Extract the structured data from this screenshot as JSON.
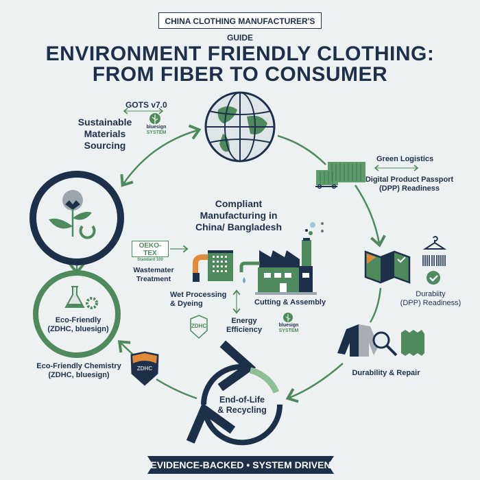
{
  "header": {
    "tag": "CHINA CLOTHING MANUFACTURER'S GUIDE",
    "title_line1": "ENVIRONMENT FRIENDLY CLOTHING:",
    "title_line2": "FROM FIBER TO CONSUMER"
  },
  "sourcing": {
    "standard": "GOTS v7.0",
    "label_line1": "Sustainable",
    "label_line2": "Materials",
    "label_line3": "Sourcing",
    "bluesign_line1": "bluesign",
    "bluesign_line2": "SYSTEM"
  },
  "logistics": {
    "label": "Green Logistics",
    "dpp_line1": "Digital Product Passport",
    "dpp_line2": "(DPP) Readiness"
  },
  "manufacturing": {
    "title_line1": "Compliant",
    "title_line2": "Manufacturing in",
    "title_line3": "China/ Bangladesh",
    "oeko_line1": "OEKO-TEX",
    "oeko_line2": "Standard 100",
    "wastewater_line1": "Wastemater",
    "wastewater_line2": "Treatment",
    "wet_line1": "Wet Processing",
    "wet_line2": "& Dyeing",
    "zdhc": "ZDHC",
    "energy_line1": "Energy",
    "energy_line2": "Efficiency",
    "cutting": "Cutting & Assembly",
    "bluesign_line1": "bluesign",
    "bluesign_line2": "SYSTEM"
  },
  "durability_dpp": {
    "line1": "Durabiity",
    "line2": "(DPP) Readiness)"
  },
  "repair": {
    "label": "Durability & Repair"
  },
  "recycling": {
    "line1": "End-of-Life",
    "line2": "& Recycling"
  },
  "chemistry": {
    "inner_line1": "Eco-Friendly",
    "inner_line2": "(ZDHC, bluesign)",
    "outer_line1": "Eco-Friendly Chemistry",
    "outer_line2": "(ZDHC, bluesign)",
    "badge": "ZDHC"
  },
  "footer": {
    "banner": "EVIDENCE-BACKED  •  SYSTEM DRIVEN"
  },
  "colors": {
    "navy": "#1e2f4a",
    "green": "#4e8a5e",
    "orange": "#e08a3a",
    "background": "#eef1f2"
  }
}
